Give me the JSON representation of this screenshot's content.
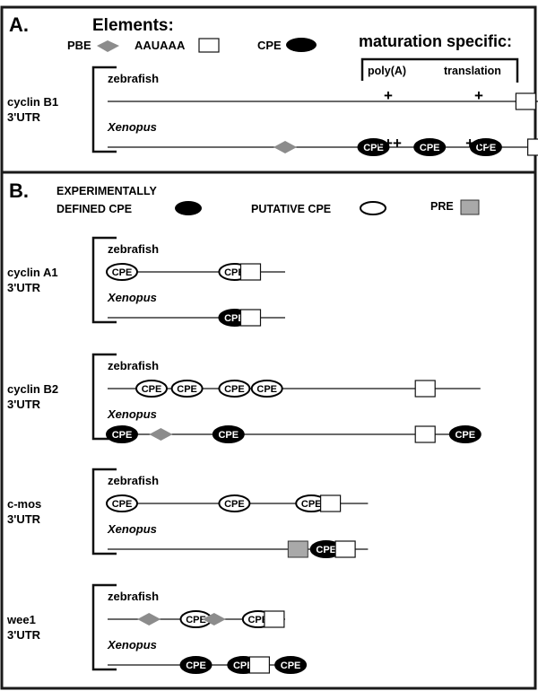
{
  "panel_a": {
    "label": "A.",
    "elements_title": "Elements:",
    "legend": {
      "pbe": "PBE",
      "aauaaa": "AAUAAA",
      "cpe": "CPE"
    },
    "maturation_title": "maturation specific:",
    "columns": [
      "poly(A)",
      "translation"
    ],
    "gene": {
      "name_line1": "cyclin B1",
      "name_line2": "3'UTR",
      "rows": [
        {
          "species": "zebrafish",
          "italic": false,
          "elements": [
            {
              "type": "aauaaa",
              "pos": 0.69
            },
            {
              "type": "cpe_exp",
              "pos": 0.775
            },
            {
              "type": "cpe_exp",
              "pos": 0.87
            }
          ],
          "line_extent": [
            0.0,
            0.92
          ],
          "polyA": "+",
          "translation": "+"
        },
        {
          "species": "Xenopus",
          "italic": true,
          "elements": [
            {
              "type": "pbe",
              "pos": 0.3
            },
            {
              "type": "cpe_exp",
              "pos": 0.425
            },
            {
              "type": "cpe_exp",
              "pos": 0.52
            },
            {
              "type": "cpe_exp",
              "pos": 0.615
            },
            {
              "type": "aauaaa",
              "pos": 0.71
            },
            {
              "type": "cpe_exp",
              "pos": 0.835
            }
          ],
          "line_extent": [
            0.0,
            0.92
          ],
          "polyA": "+++",
          "translation": "+++"
        }
      ]
    }
  },
  "panel_b": {
    "label": "B.",
    "legend": {
      "experimental_line1": "EXPERIMENTALLY",
      "experimental_line2": "DEFINED CPE",
      "putative": "PUTATIVE CPE",
      "pre": "PRE"
    },
    "genes": [
      {
        "name_line1": "cyclin A1",
        "name_line2": "3'UTR",
        "rows": [
          {
            "species": "zebrafish",
            "italic": false,
            "elements": [
              {
                "type": "cpe_put",
                "pos": 0.0
              },
              {
                "type": "cpe_put",
                "pos": 0.19
              },
              {
                "type": "aauaaa",
                "pos": 0.225
              }
            ],
            "line_extent": [
              0.0,
              0.3
            ]
          },
          {
            "species": "Xenopus",
            "italic": true,
            "elements": [
              {
                "type": "cpe_exp",
                "pos": 0.19
              },
              {
                "type": "aauaaa",
                "pos": 0.225
              }
            ],
            "line_extent": [
              0.0,
              0.3
            ]
          }
        ]
      },
      {
        "name_line1": "cyclin B2",
        "name_line2": "3'UTR",
        "rows": [
          {
            "species": "zebrafish",
            "italic": false,
            "elements": [
              {
                "type": "cpe_put",
                "pos": 0.05
              },
              {
                "type": "cpe_put",
                "pos": 0.11
              },
              {
                "type": "cpe_put",
                "pos": 0.19
              },
              {
                "type": "cpe_put",
                "pos": 0.245
              },
              {
                "type": "aauaaa",
                "pos": 0.52
              }
            ],
            "line_extent": [
              0.0,
              0.63
            ]
          },
          {
            "species": "Xenopus",
            "italic": true,
            "elements": [
              {
                "type": "cpe_exp",
                "pos": 0.0
              },
              {
                "type": "pbe",
                "pos": 0.09
              },
              {
                "type": "cpe_exp",
                "pos": 0.18
              },
              {
                "type": "aauaaa",
                "pos": 0.52
              },
              {
                "type": "cpe_exp",
                "pos": 0.58
              }
            ],
            "line_extent": [
              0.0,
              0.63
            ]
          }
        ]
      },
      {
        "name_line1": "c-mos",
        "name_line2": "3'UTR",
        "rows": [
          {
            "species": "zebrafish",
            "italic": false,
            "elements": [
              {
                "type": "cpe_put",
                "pos": 0.0
              },
              {
                "type": "cpe_put",
                "pos": 0.19
              },
              {
                "type": "cpe_put",
                "pos": 0.32
              },
              {
                "type": "aauaaa",
                "pos": 0.36
              }
            ],
            "line_extent": [
              0.0,
              0.44
            ]
          },
          {
            "species": "Xenopus",
            "italic": true,
            "elements": [
              {
                "type": "pre",
                "pos": 0.305
              },
              {
                "type": "cpe_exp",
                "pos": 0.345
              },
              {
                "type": "aauaaa",
                "pos": 0.385
              }
            ],
            "line_extent": [
              0.0,
              0.44
            ]
          }
        ]
      },
      {
        "name_line1": "wee1",
        "name_line2": "3'UTR",
        "rows": [
          {
            "species": "zebrafish",
            "italic": false,
            "elements": [
              {
                "type": "pbe",
                "pos": 0.07
              },
              {
                "type": "cpe_put",
                "pos": 0.125
              },
              {
                "type": "pbe",
                "pos": 0.18
              },
              {
                "type": "cpe_put",
                "pos": 0.23
              },
              {
                "type": "aauaaa",
                "pos": 0.265
              }
            ],
            "line_extent": [
              0.0,
              0.3
            ]
          },
          {
            "species": "Xenopus",
            "italic": true,
            "elements": [
              {
                "type": "cpe_exp",
                "pos": 0.125
              },
              {
                "type": "cpe_exp",
                "pos": 0.205
              },
              {
                "type": "aauaaa",
                "pos": 0.24
              },
              {
                "type": "cpe_exp",
                "pos": 0.285
              }
            ],
            "line_extent": [
              0.0,
              0.3
            ]
          }
        ]
      }
    ]
  },
  "cpe_text": "CPE",
  "colors": {
    "pbe": "#8c8c8c",
    "pre": "#a9a9a9",
    "cpe_exp": "#000000",
    "line": "#111111",
    "border": "#1a1a1a"
  }
}
